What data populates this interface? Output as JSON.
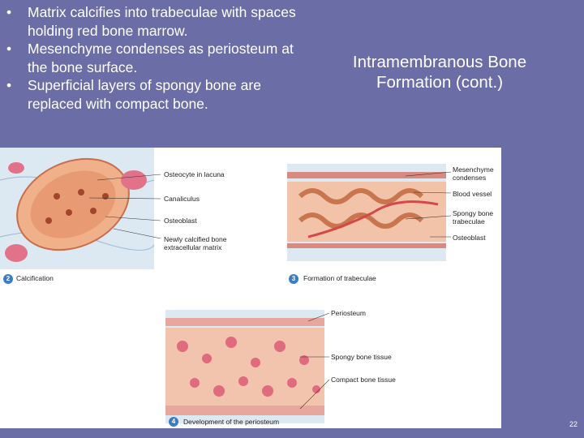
{
  "bullets": [
    "Matrix calcifies into trabeculae with spaces holding red bone marrow.",
    "Mesenchyme condenses as periosteum at the bone surface.",
    "Superficial layers of spongy bone are replaced with compact bone."
  ],
  "bullet_glyph": "•",
  "title": "Intramembranous Bone Formation (cont.)",
  "figure": {
    "panel2": {
      "step": "2",
      "caption": "Calcification",
      "labels": [
        "Osteocyte in lacuna",
        "Canaliculus",
        "Osteoblast",
        "Newly calcified bone extracellular matrix"
      ]
    },
    "panel3": {
      "step": "3",
      "caption": "Formation of trabeculae",
      "labels": [
        "Mesenchyme condenses",
        "Blood vessel",
        "Spongy bone trabeculae",
        "Osteoblast"
      ]
    },
    "panel4": {
      "step": "4",
      "caption": "Development of the periosteum",
      "labels": [
        "Periosteum",
        "Spongy bone tissue",
        "Compact bone tissue"
      ]
    }
  },
  "page_number": "22",
  "colors": {
    "background": "#6b6da6",
    "accent": "#3d7cc0"
  }
}
